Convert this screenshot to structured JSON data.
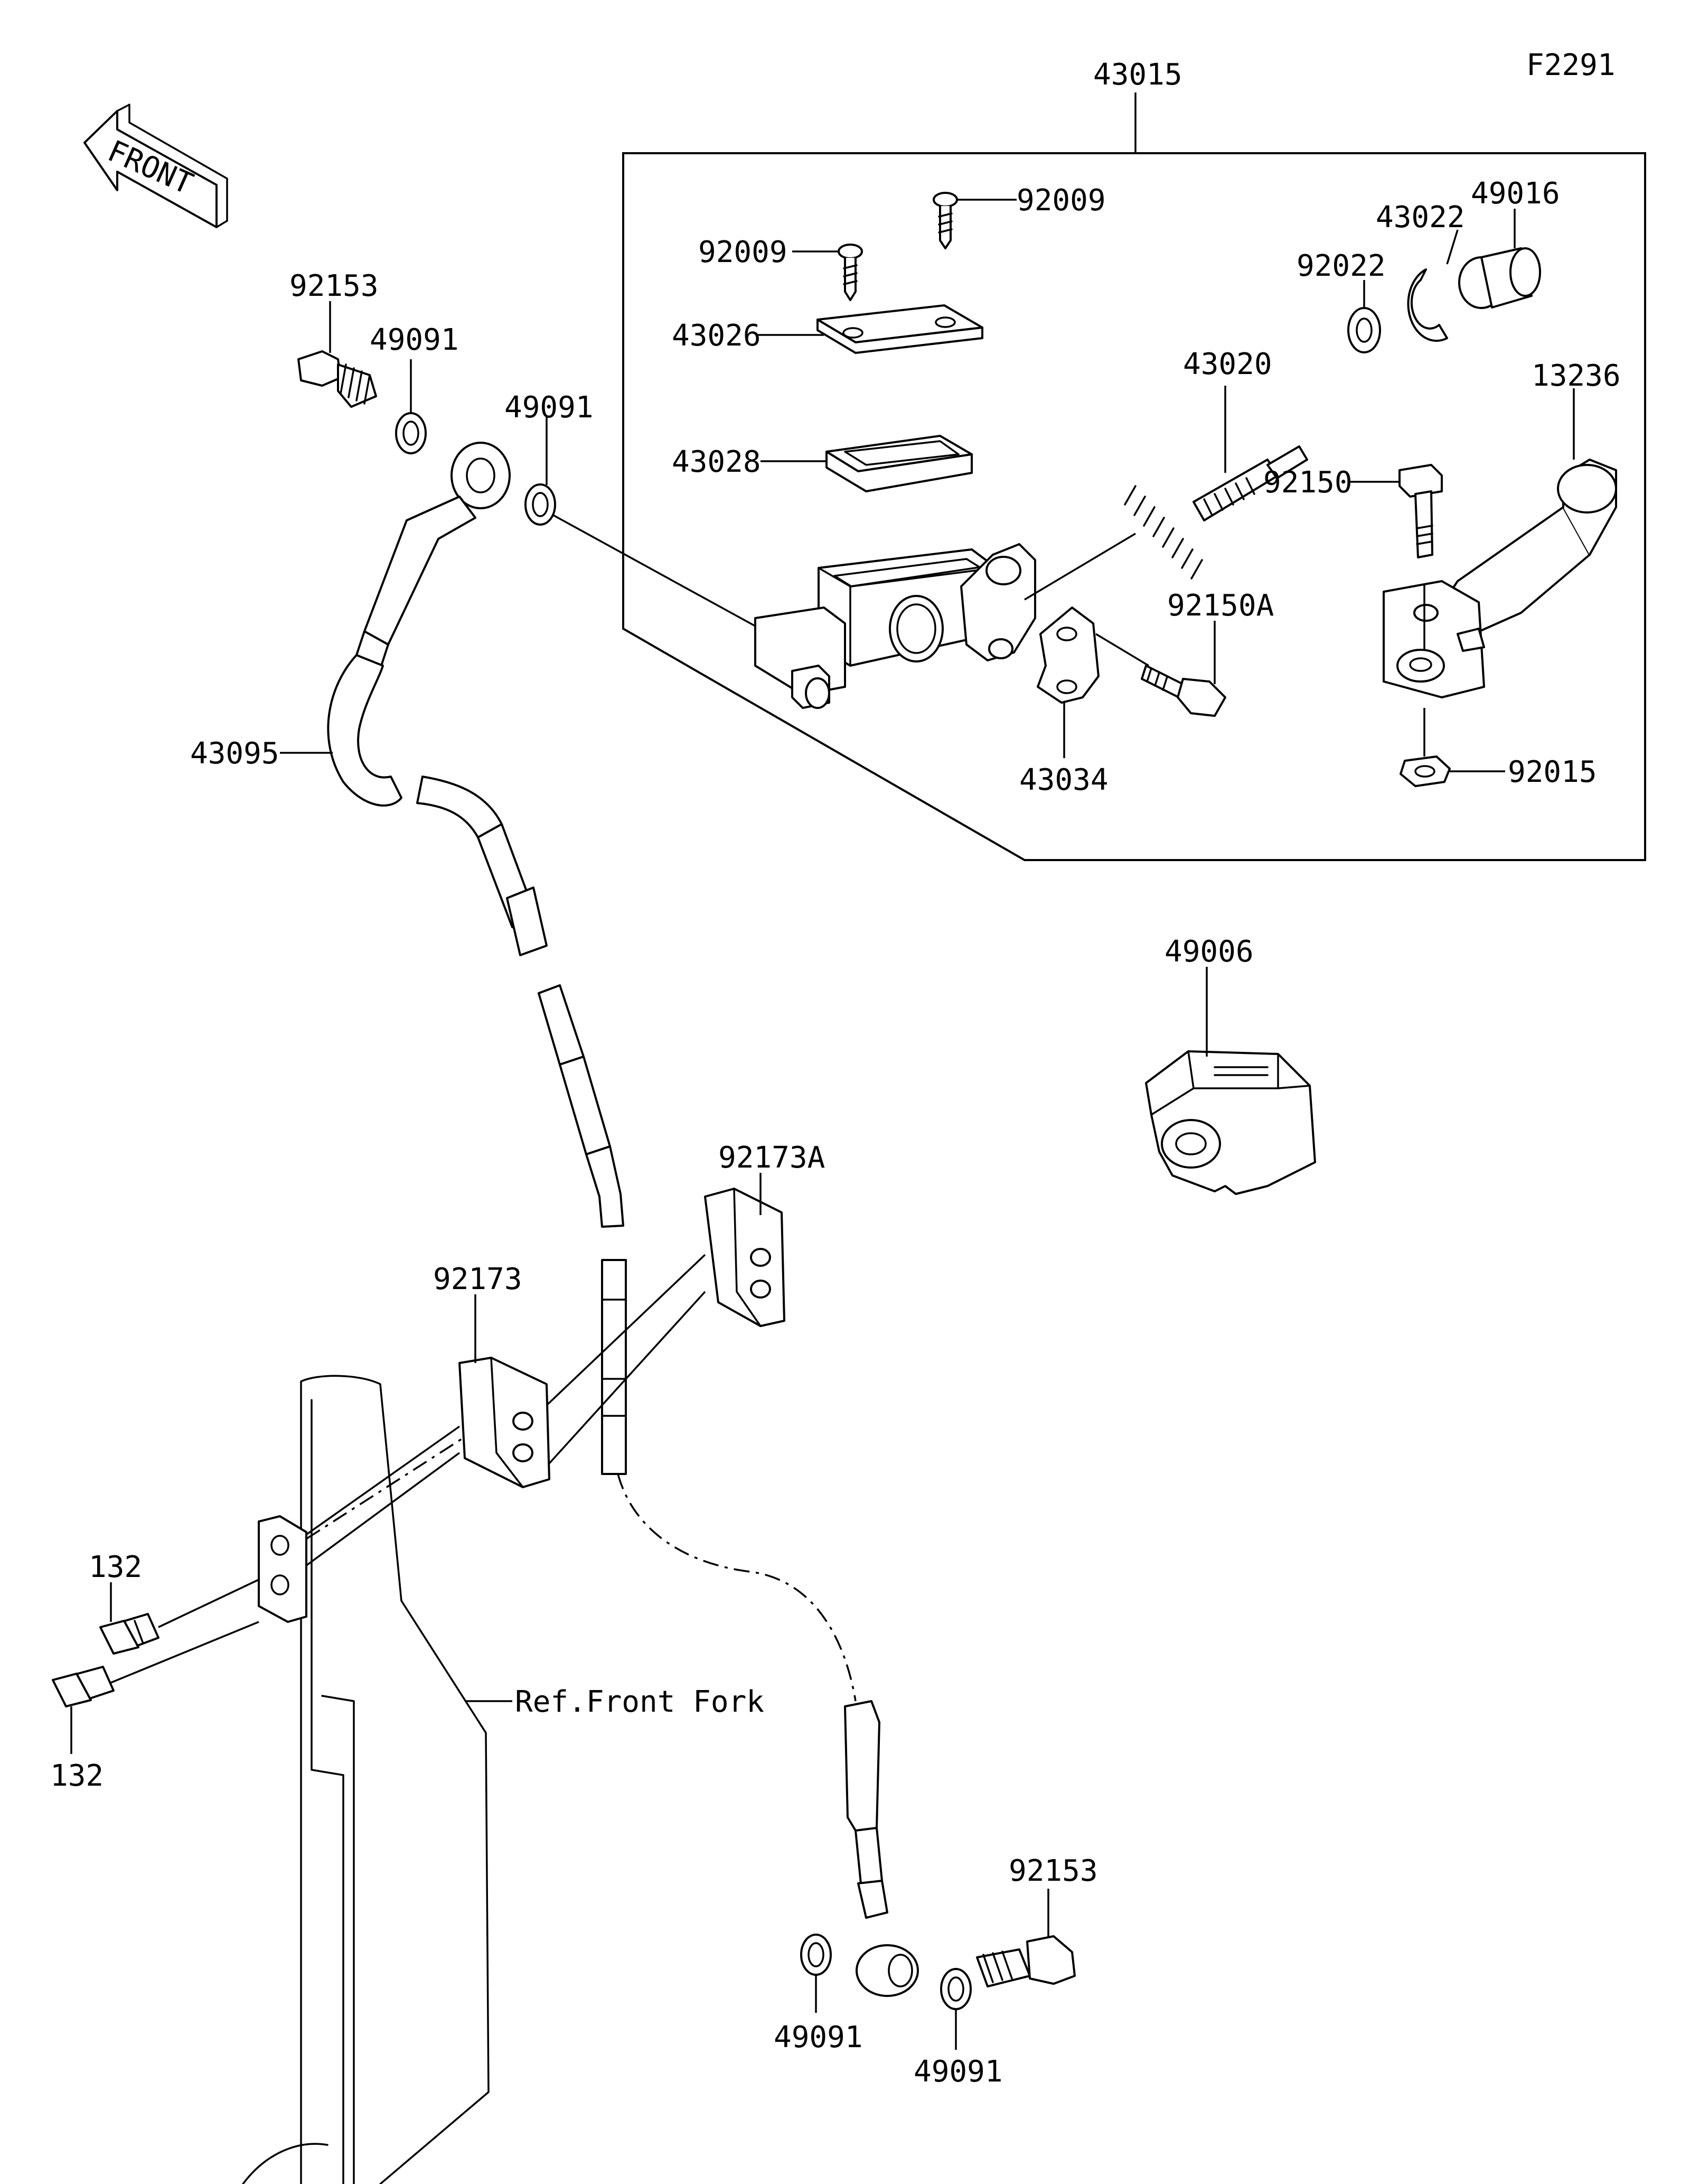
{
  "diagram_code": "F2291",
  "front_arrow": {
    "text": "FRONT",
    "icon": "front-direction-arrow-icon"
  },
  "reference": {
    "text": "Ref.Front Fork"
  },
  "parts": {
    "p43015": "43015",
    "p92009_a": "92009",
    "p92009_b": "92009",
    "p49016": "49016",
    "p43022": "43022",
    "p92022": "92022",
    "p13236": "13236",
    "p43026": "43026",
    "p43020": "43020",
    "p43028": "43028",
    "p92150": "92150",
    "p92150A": "92150A",
    "p43034": "43034",
    "p92015": "92015",
    "p92153_top": "92153",
    "p49091_a": "49091",
    "p49091_b": "49091",
    "p43095": "43095",
    "p49006": "49006",
    "p92173A": "92173A",
    "p92173": "92173",
    "p132_a": "132",
    "p132_b": "132",
    "p92153_bottom": "92153",
    "p49091_c": "49091",
    "p49091_d": "49091"
  }
}
